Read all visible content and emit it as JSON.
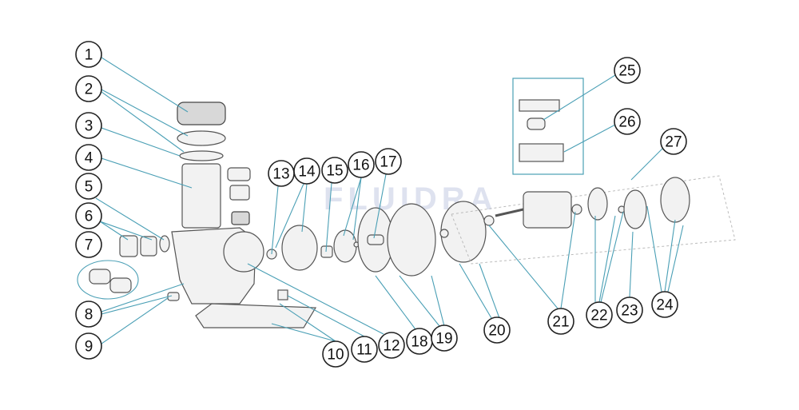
{
  "diagram": {
    "watermark": "FLUIDRA",
    "callouts": [
      "1",
      "2",
      "3",
      "4",
      "5",
      "6",
      "7",
      "8",
      "9",
      "10",
      "11",
      "12",
      "13",
      "14",
      "15",
      "16",
      "17",
      "18",
      "19",
      "20",
      "21",
      "22",
      "23",
      "24",
      "25",
      "26",
      "27"
    ]
  },
  "colors": {
    "leader": "#4a9fb5",
    "outline": "#555555"
  }
}
